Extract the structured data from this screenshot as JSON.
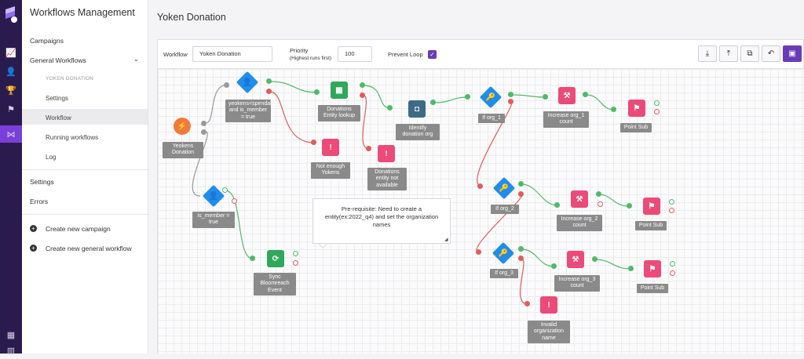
{
  "app": {
    "title": "Workflows Management"
  },
  "sidebar": {
    "campaigns": "Campaigns",
    "general_workflows": "General Workflows",
    "current_workflow": "YOKEN DONATION",
    "sub": [
      "Settings",
      "Workflow",
      "Running workflows",
      "Log"
    ],
    "settings": "Settings",
    "errors": "Errors",
    "create_campaign": "Create new campaign",
    "create_workflow": "Create new general workflow"
  },
  "page": {
    "title": "Yoken Donation"
  },
  "toolbar": {
    "workflow_label": "Workflow",
    "workflow_value": "Yoken Donation",
    "priority_label": "Priority",
    "priority_hint": "(Highest runs first)",
    "priority_value": "100",
    "prevent_loop_label": "Prevent Loop",
    "prevent_loop_checked": true
  },
  "nodes": {
    "yeokens": "Yeokens Donation",
    "spendable": "yeokens<spendable and is_member = true",
    "ismember": "is_member = true",
    "donations": "Donations Entity lookup",
    "notenough": "Not enough Yokens",
    "notavail": "Donations entity not available",
    "identify": "Identify donation org",
    "sync": "Sync Bloomreach Event",
    "iforg1": "If org_1",
    "iforg2": "If org_2",
    "iforg3": "If org_3",
    "inc1": "Increase org_1 count",
    "inc2": "Increase org_2 count",
    "inc3": "Increase org_3 count",
    "pt1": "Point Sub",
    "pt2": "Point Sub",
    "pt3": "Point Sub",
    "invalid": "Invalid organization name"
  },
  "note": {
    "text": "Pre-requisite: Need to create a entity(ex:2022_q4) and set the organization names"
  },
  "colors": {
    "rail": "#2a1b4f",
    "accent": "#6b3ab8",
    "condition": "#1f8ded",
    "action": "#ec4a78",
    "lookup": "#2fa85a",
    "start": "#f07a3a"
  }
}
